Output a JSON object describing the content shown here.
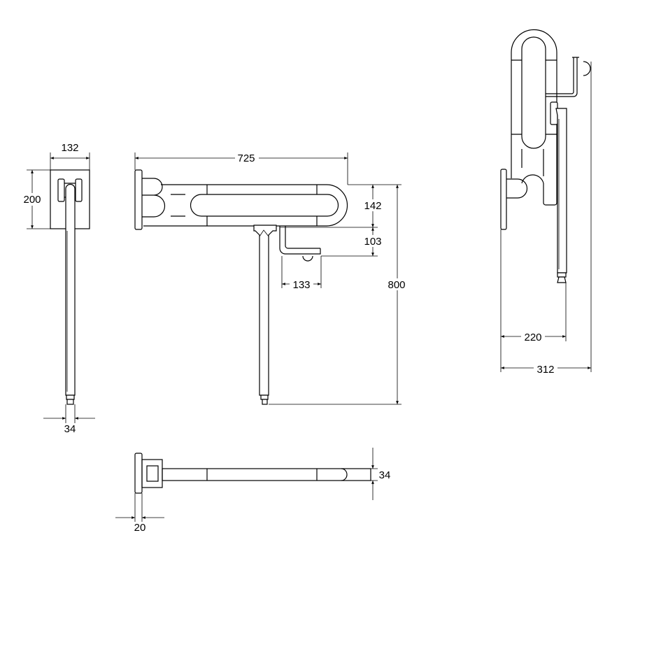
{
  "drawing": {
    "side_view_left": {
      "width_label": "132",
      "height_label": "200",
      "pole_diameter_label": "34"
    },
    "front_view": {
      "length_label": "725",
      "rail_height_label": "142",
      "hook_drop_label": "103",
      "total_height_label": "800",
      "hook_length_label": "133"
    },
    "top_view": {
      "rail_diameter_label": "34",
      "plate_thickness_label": "20"
    },
    "folded_view": {
      "leg_offset_label": "220",
      "depth_label": "312"
    }
  },
  "colors": {
    "line": "#000000",
    "background": "#ffffff"
  }
}
